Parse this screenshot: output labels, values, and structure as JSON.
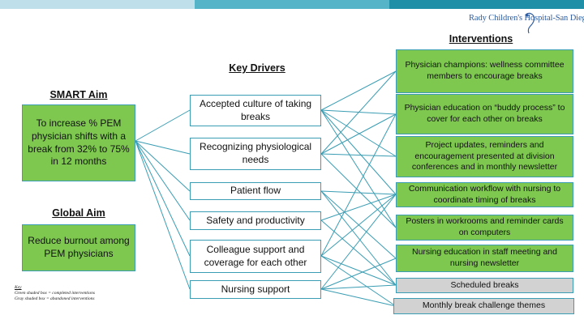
{
  "header": {
    "logo_text": "Rady Children's Hospital-San Diego",
    "colors": {
      "bar_light": "#bfe0ea",
      "bar_mid": "#55b4c8",
      "bar_dark": "#1f8fa8",
      "logo": "#2e5c9e"
    }
  },
  "headings": {
    "smart_aim": "SMART Aim",
    "global_aim": "Global Aim",
    "key_drivers": "Key Drivers",
    "interventions": "Interventions"
  },
  "smart_aim": {
    "text": "To increase % PEM physician shifts with a break from 32% to 75% in 12 months"
  },
  "global_aim": {
    "text": "Reduce burnout among PEM physicians"
  },
  "drivers": [
    {
      "label": "Accepted culture of taking breaks"
    },
    {
      "label": "Recognizing physiological needs"
    },
    {
      "label": "Patient flow"
    },
    {
      "label": "Safety and productivity"
    },
    {
      "label": "Colleague support and coverage for each other"
    },
    {
      "label": "Nursing support"
    }
  ],
  "interventions": [
    {
      "label": "Physician champions: wellness committee members to encourage breaks",
      "status": "completed"
    },
    {
      "label": "Physician education on “buddy process” to cover for each other on breaks",
      "status": "completed"
    },
    {
      "label": "Project updates, reminders and encouragement presented at division conferences and in monthly newsletter",
      "status": "completed"
    },
    {
      "label": "Communication workflow with nursing to coordinate timing of breaks",
      "status": "completed"
    },
    {
      "label": "Posters in workrooms and reminder cards on computers",
      "status": "completed"
    },
    {
      "label": "Nursing education in staff meeting and nursing newsletter",
      "status": "completed"
    },
    {
      "label": "Scheduled breaks",
      "status": "abandoned"
    },
    {
      "label": "Monthly break challenge themes",
      "status": "abandoned"
    }
  ],
  "key": {
    "title": "Key",
    "green": "Green shaded box = completed interventions",
    "gray": "Gray shaded box = abandoned interventions"
  },
  "colors": {
    "completed": "#7ec850",
    "abandoned": "#d2d2d2",
    "border": "#3a9db3",
    "connector": "#3a9db3",
    "interventions_connector": "#6e7f8a"
  }
}
